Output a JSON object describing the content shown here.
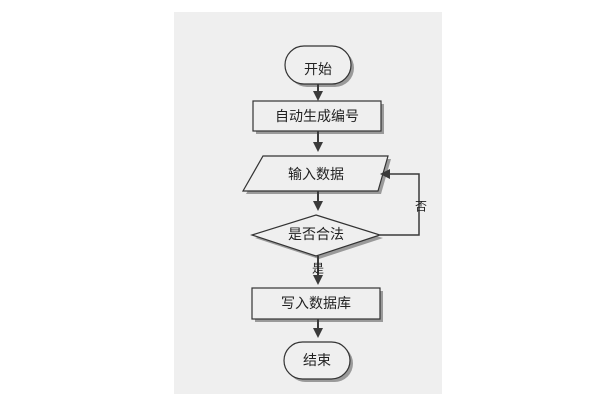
{
  "diagram": {
    "type": "flowchart",
    "nodes": {
      "start": "开始",
      "auto_number": "自动生成编号",
      "input_data": "输入数据",
      "is_valid": "是否合法",
      "write_db": "写入数据库",
      "end": "结束"
    },
    "edge_labels": {
      "no": "否",
      "yes": "是"
    }
  },
  "colors": {
    "panel_bg": "#efefef",
    "node_fill": "#efefef",
    "node_stroke": "#333333",
    "node_shadow": "#9a9a9a",
    "edge": "#3a3a3a"
  }
}
